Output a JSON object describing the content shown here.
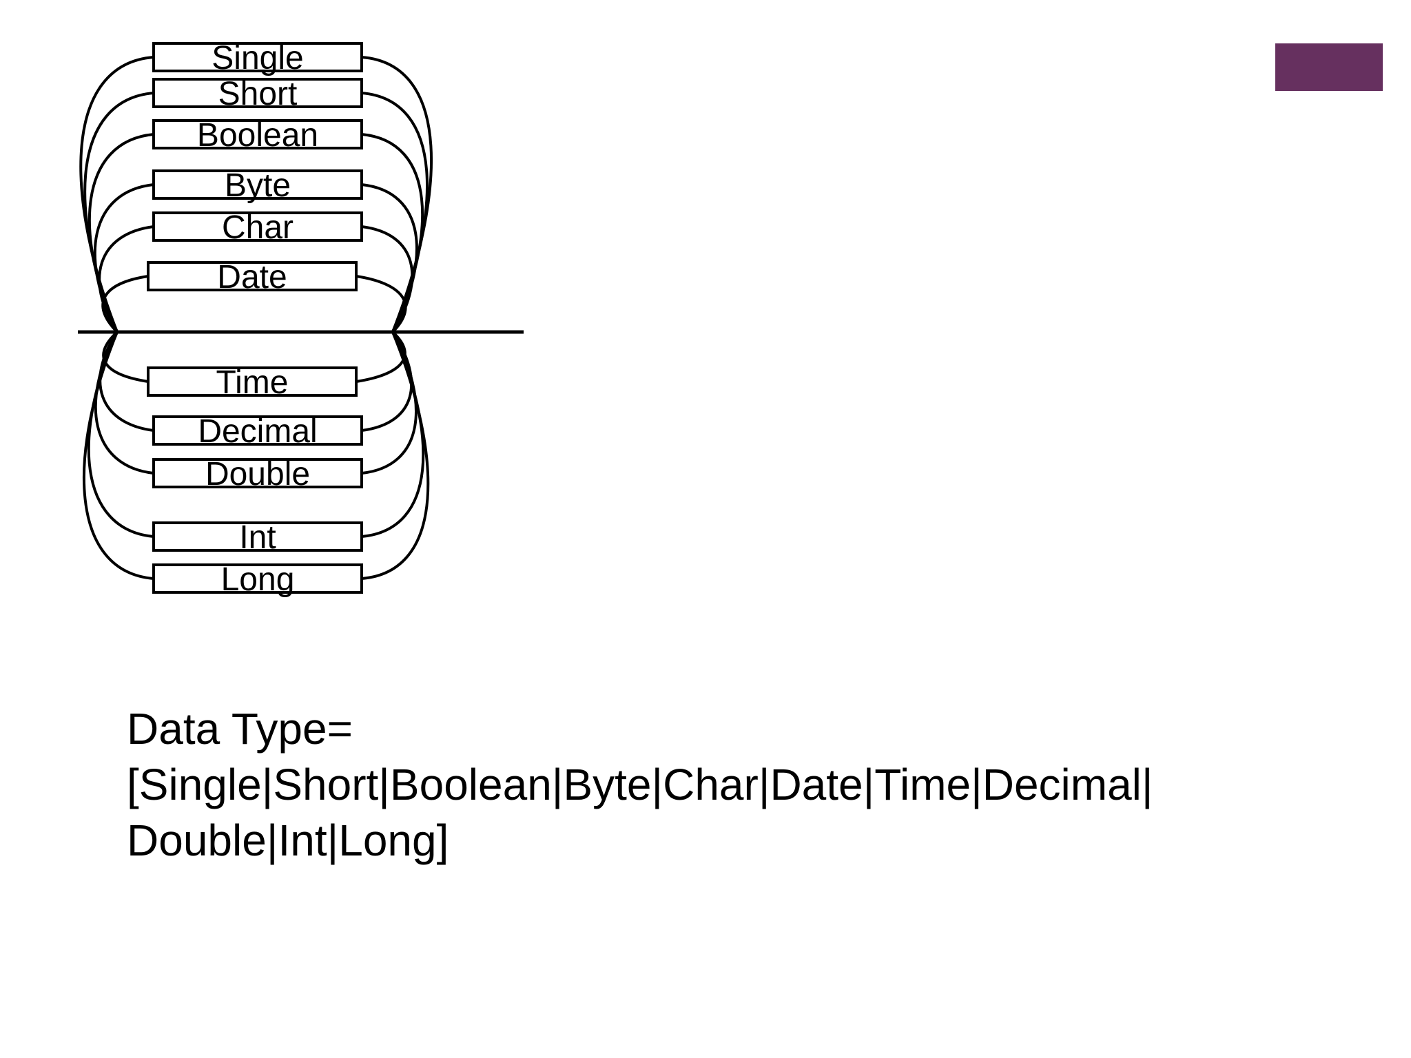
{
  "colors": {
    "accent": "#66305f",
    "ink": "#000000",
    "background": "#ffffff"
  },
  "diagram": {
    "boxes": [
      "Single",
      "Short",
      "Boolean",
      "Byte",
      "Char",
      "Date",
      "Time",
      "Decimal",
      "Double",
      "Int",
      "Long"
    ]
  },
  "caption": {
    "line1": "Data Type=",
    "line2": "[Single|Short|Boolean|Byte|Char|Date|Time|Decimal|",
    "line3": "Double|Int|Long]"
  }
}
